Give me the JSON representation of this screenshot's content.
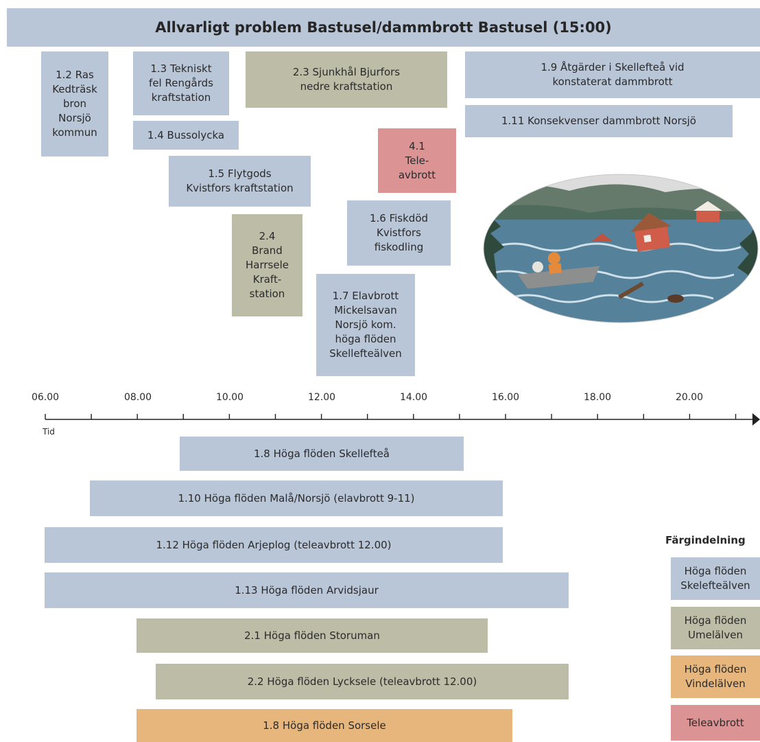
{
  "header": {
    "title": "Allvarligt problem Bastusel/dammbrott Bastusel (15:00)"
  },
  "colors": {
    "skelleftealven": "#b9c6d8",
    "umealven": "#bdbca7",
    "vindelalven": "#e7b67d",
    "teleavbrott": "#dc9394"
  },
  "events_above": {
    "e1_2": "1.2 Ras\nKedträsk\nbron\nNorsjö\nkommun",
    "e1_3": "1.3 Tekniskt\nfel Rengårds\nkraftstation",
    "e1_4": "1.4 Bussolycka",
    "e1_5": "1.5 Flytgods\nKvistfors kraftstation",
    "e2_4": "2.4\nBrand\nHarrsele\nKraft-\nstation",
    "e2_3": "2.3 Sjunkhål Bjurfors\nnedre kraftstation",
    "e4_1": "4.1\nTele-\navbrott",
    "e1_6": "1.6 Fiskdöd\nKvistfors\nfiskodling",
    "e1_7": "1.7 Elavbrott\nMickelsavan\nNorsjö kom.\nhöga flöden\nSkellefteälven",
    "e1_9": "1.9 Åtgärder i Skellefteå vid\nkonstaterat dammbrott",
    "e1_11": "1.11 Konsekvenser dammbrott Norsjö"
  },
  "axis": {
    "unit": "Tid",
    "ticks": [
      "06.00",
      "08.00",
      "10.00",
      "12.00",
      "14.00",
      "16.00",
      "18.00",
      "20.00"
    ]
  },
  "events_below": {
    "e1_8a": "1.8 Höga flöden Skellefteå",
    "e1_10": "1.10 Höga flöden Malå/Norsjö (elavbrott 9-11)",
    "e1_12": "1.12 Höga flöden Arjeplog (teleavbrott 12.00)",
    "e1_13": "1.13 Höga flöden Arvidsjaur",
    "e2_1": "2.1 Höga flöden Storuman",
    "e2_2": "2.2 Höga flöden Lycksele (teleavbrott 12.00)",
    "e1_8b": "1.8 Höga flöden Sorsele"
  },
  "legend": {
    "title": "Färgindelning",
    "items": [
      "Höga flöden\nSkelefteälven",
      "Höga flöden\nUmelälven",
      "Höga flöden\nVindelälven",
      "Teleavbrott"
    ]
  }
}
